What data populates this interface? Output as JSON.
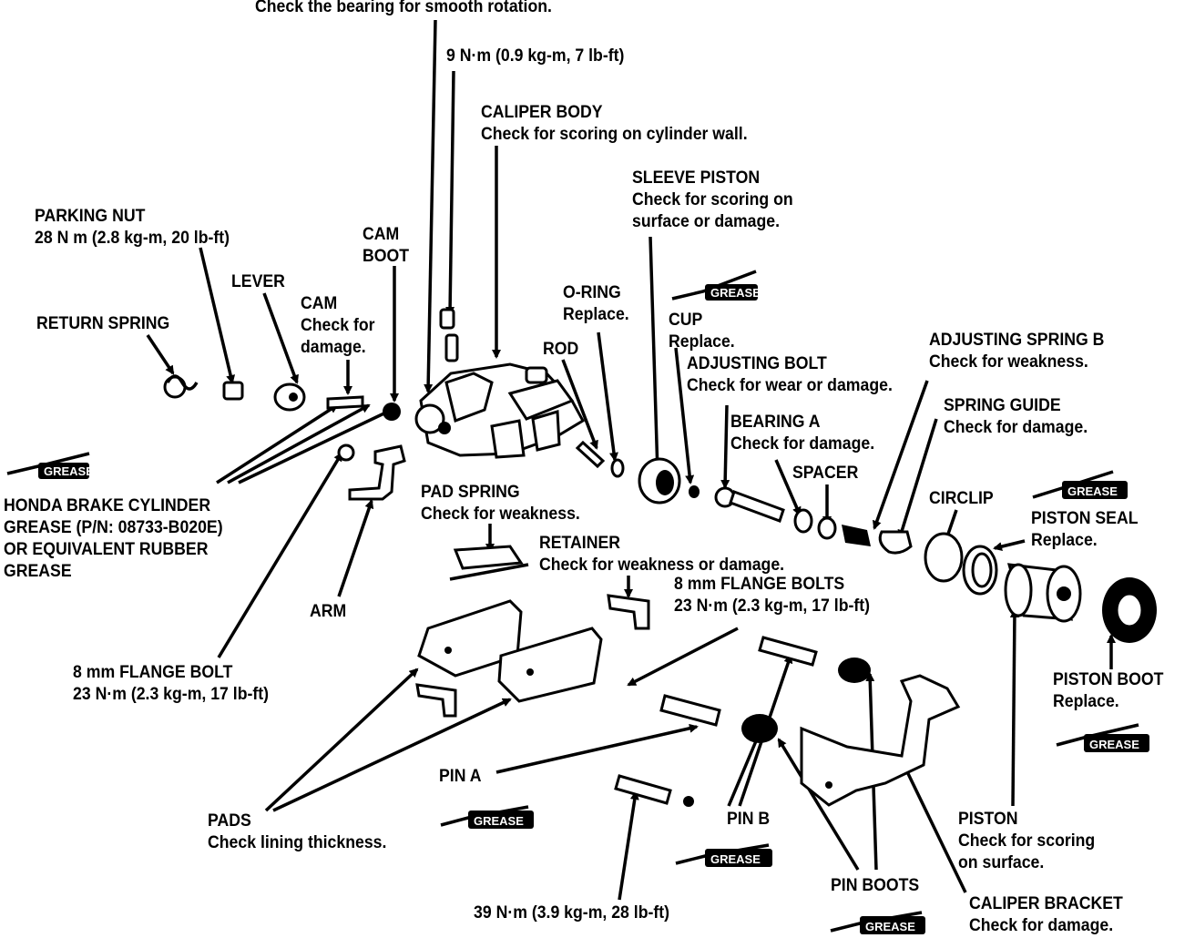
{
  "labels": {
    "bearing_check": "Check the bearing for smooth rotation.",
    "torque_9": "9 N·m (0.9 kg-m, 7 lb-ft)",
    "caliper_body": [
      "CALIPER BODY",
      "Check for scoring on cylinder  wall."
    ],
    "sleeve_piston": [
      "SLEEVE PISTON",
      "Check for scoring on",
      "surface or damage."
    ],
    "parking_nut": [
      "PARKING NUT",
      "28 N m (2.8 kg-m, 20 lb-ft)"
    ],
    "cam_boot": [
      "CAM",
      "BOOT"
    ],
    "lever": "LEVER",
    "cam": [
      "CAM",
      "Check for",
      "damage."
    ],
    "return_spring": "RETURN SPRING",
    "o_ring": [
      "O-RING",
      "Replace."
    ],
    "rod": "ROD",
    "cup": [
      "CUP",
      "Replace."
    ],
    "adjusting_bolt": [
      "ADJUSTING BOLT",
      "Check for wear or damage."
    ],
    "adjusting_spring_b": [
      "ADJUSTING SPRING B",
      "Check for weakness."
    ],
    "spring_guide": [
      "SPRING GUIDE",
      "Check for damage."
    ],
    "bearing_a": [
      "BEARING A",
      "Check for damage."
    ],
    "spacer": "SPACER",
    "circlip": "CIRCLIP",
    "piston_seal": [
      "PISTON SEAL",
      "Replace."
    ],
    "grease_note": [
      "HONDA BRAKE CYLINDER",
      "GREASE (P/N: 08733-B020E)",
      "OR EQUIVALENT RUBBER",
      "GREASE"
    ],
    "pad_spring": [
      "PAD SPRING",
      "Check for weakness."
    ],
    "retainer": [
      "RETAINER",
      "Check for weakness or damage."
    ],
    "flange_bolts": [
      "8 mm FLANGE BOLTS",
      "23 N·m (2.3 kg-m, 17 lb-ft)"
    ],
    "arm": "ARM",
    "flange_bolt": [
      "8 mm FLANGE BOLT",
      "23 N·m (2.3 kg-m, 17 lb-ft)"
    ],
    "piston_boot": [
      "PISTON BOOT",
      "Replace."
    ],
    "pin_a": "PIN A",
    "pads": [
      "PADS",
      "Check lining thickness."
    ],
    "pin_b": "PIN B",
    "piston": [
      "PISTON",
      "Check for scoring",
      " on surface."
    ],
    "pin_boots": "PIN BOOTS",
    "caliper_bracket": [
      "CALIPER BRACKET",
      "Check for damage."
    ],
    "torque_39": "39 N·m (3.9 kg-m, 28 lb-ft)"
  },
  "grease_tag": "GREASE"
}
